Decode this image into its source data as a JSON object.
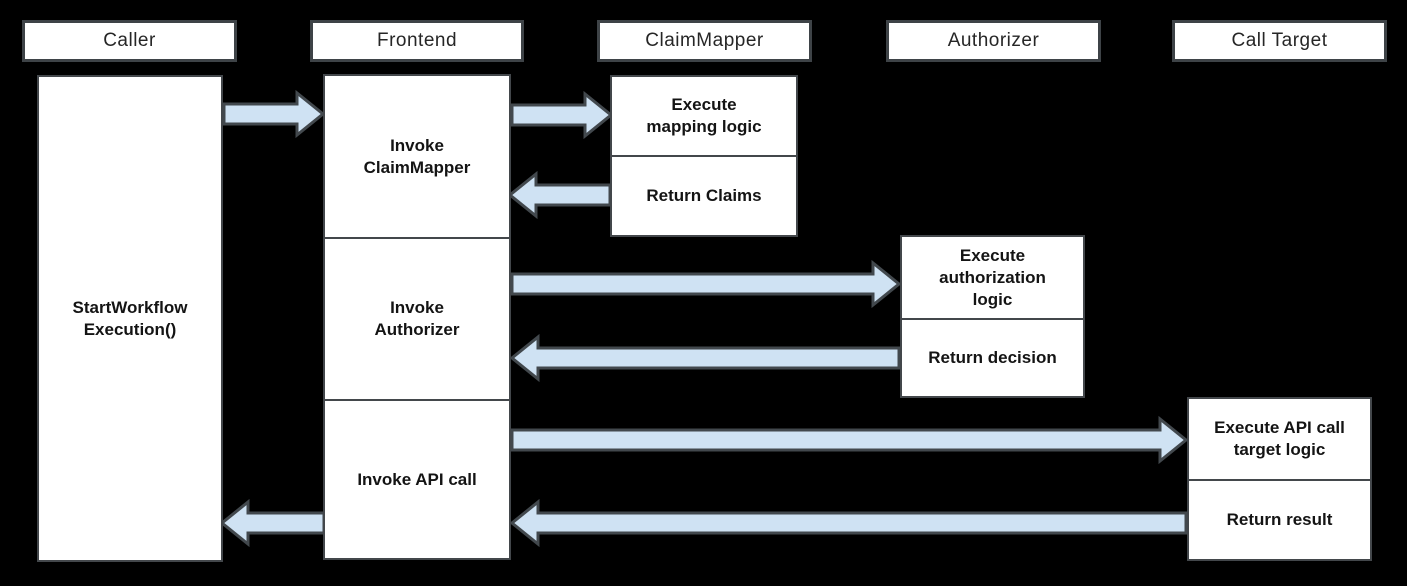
{
  "diagram": {
    "headers": [
      {
        "label": "Caller"
      },
      {
        "label": "Frontend"
      },
      {
        "label": "ClaimMapper"
      },
      {
        "label": "Authorizer"
      },
      {
        "label": "Call Target"
      }
    ],
    "caller": {
      "body": "StartWorkflow\nExecution()"
    },
    "frontend": {
      "steps": [
        "Invoke\nClaimMapper",
        "Invoke\nAuthorizer",
        "Invoke API call"
      ]
    },
    "claimmapper": {
      "steps": [
        "Execute\nmapping logic",
        "Return Claims"
      ]
    },
    "authorizer": {
      "steps": [
        "Execute\nauthorization\nlogic",
        "Return decision"
      ]
    },
    "call_target": {
      "steps": [
        "Execute API call\ntarget logic",
        "Return result"
      ]
    },
    "arrows": [
      {
        "id": "caller-to-frontend",
        "from": "Caller",
        "to": "Frontend"
      },
      {
        "id": "frontend-to-claimmapper",
        "from": "Frontend",
        "to": "ClaimMapper"
      },
      {
        "id": "claimmapper-to-frontend",
        "from": "ClaimMapper",
        "to": "Frontend"
      },
      {
        "id": "frontend-to-authorizer",
        "from": "Frontend",
        "to": "Authorizer"
      },
      {
        "id": "authorizer-to-frontend",
        "from": "Authorizer",
        "to": "Frontend"
      },
      {
        "id": "frontend-to-calltarget",
        "from": "Frontend",
        "to": "Call Target"
      },
      {
        "id": "calltarget-to-frontend",
        "from": "Call Target",
        "to": "Frontend"
      },
      {
        "id": "frontend-to-caller",
        "from": "Frontend",
        "to": "Caller"
      }
    ],
    "colors": {
      "background": "#000000",
      "box_fill": "#ffffff",
      "box_border": "#43474b",
      "arrow_fill": "#cfe2f3",
      "arrow_stroke": "#42484d",
      "text": "#141414"
    }
  }
}
